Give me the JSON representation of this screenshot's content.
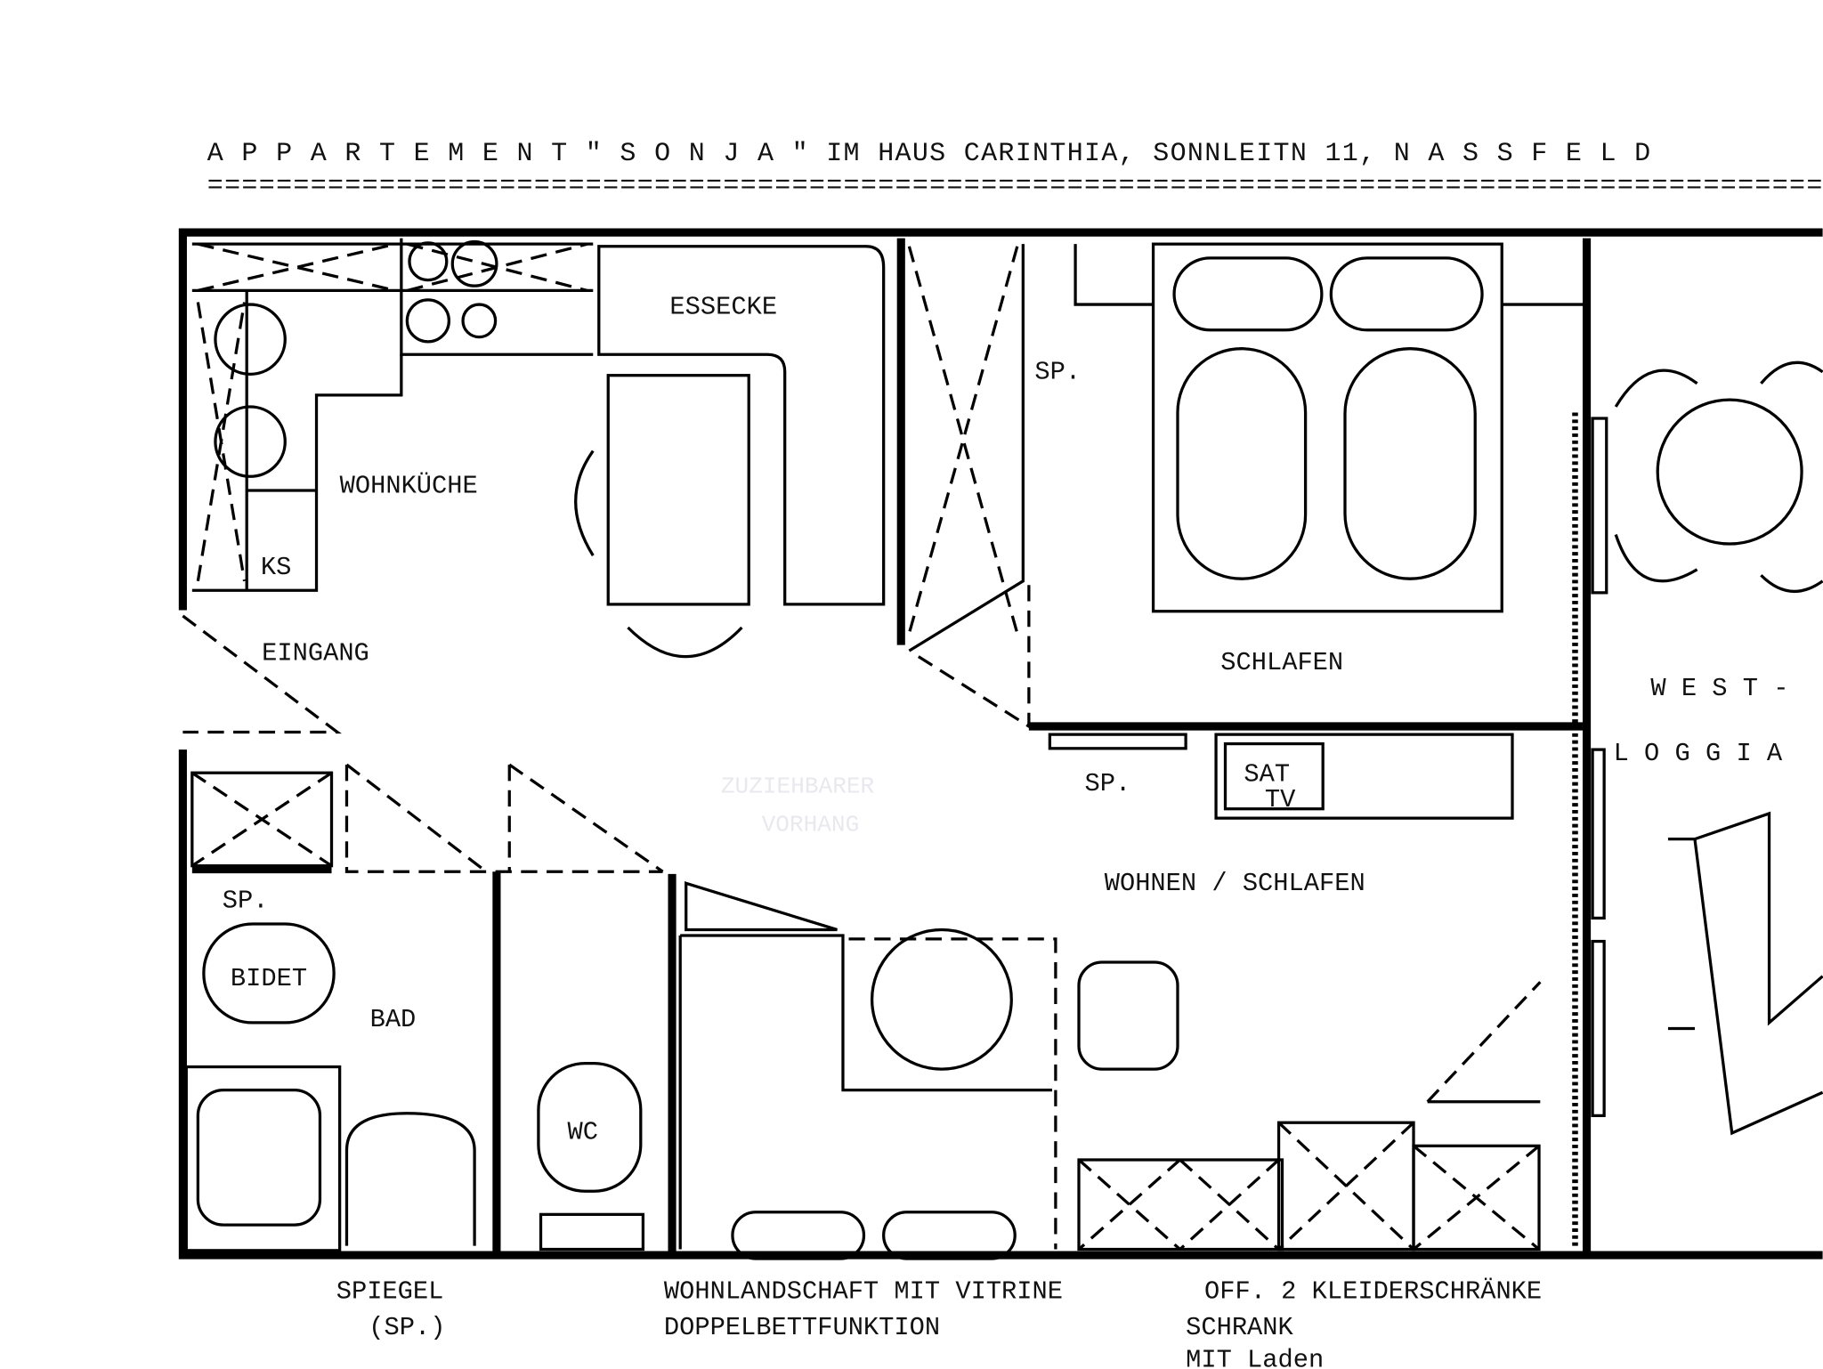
{
  "title": "A P P A R T E M E N T \" S O N J A \" IM HAUS CARINTHIA, SONNLEITN 11, N A S S F E L D",
  "underline": "=================================================================================================================",
  "rooms": {
    "essecke": "ESSECKE",
    "wohnkueche": "WOHNKÜCHE",
    "ks": "KS",
    "eingang": "EINGANG",
    "sp_top": "SP.",
    "schlafen": "SCHLAFEN",
    "sp_mid": "SP.",
    "sat": "SAT",
    "tv": "TV",
    "wohnen_schlafen": "WOHNEN / SCHLAFEN",
    "sp_bad": "SP.",
    "bidet": "BIDET",
    "bad": "BAD",
    "wc": "WC",
    "west": "W E S T -",
    "loggia": "L O G G I A",
    "vorhang1": "ZUZIEHBARER",
    "vorhang2": "VORHANG"
  },
  "legend": {
    "spiegel": "SPIEGEL",
    "sp": "(SP.)",
    "wohnlandschaft": "WOHNLANDSCHAFT MIT VITRINE",
    "doppelbett": "DOPPELBETTFUNKTION",
    "off": "OFF. 2 KLEIDERSCHRÄNKE",
    "schrank": "SCHRANK",
    "laden": "MIT Laden"
  }
}
